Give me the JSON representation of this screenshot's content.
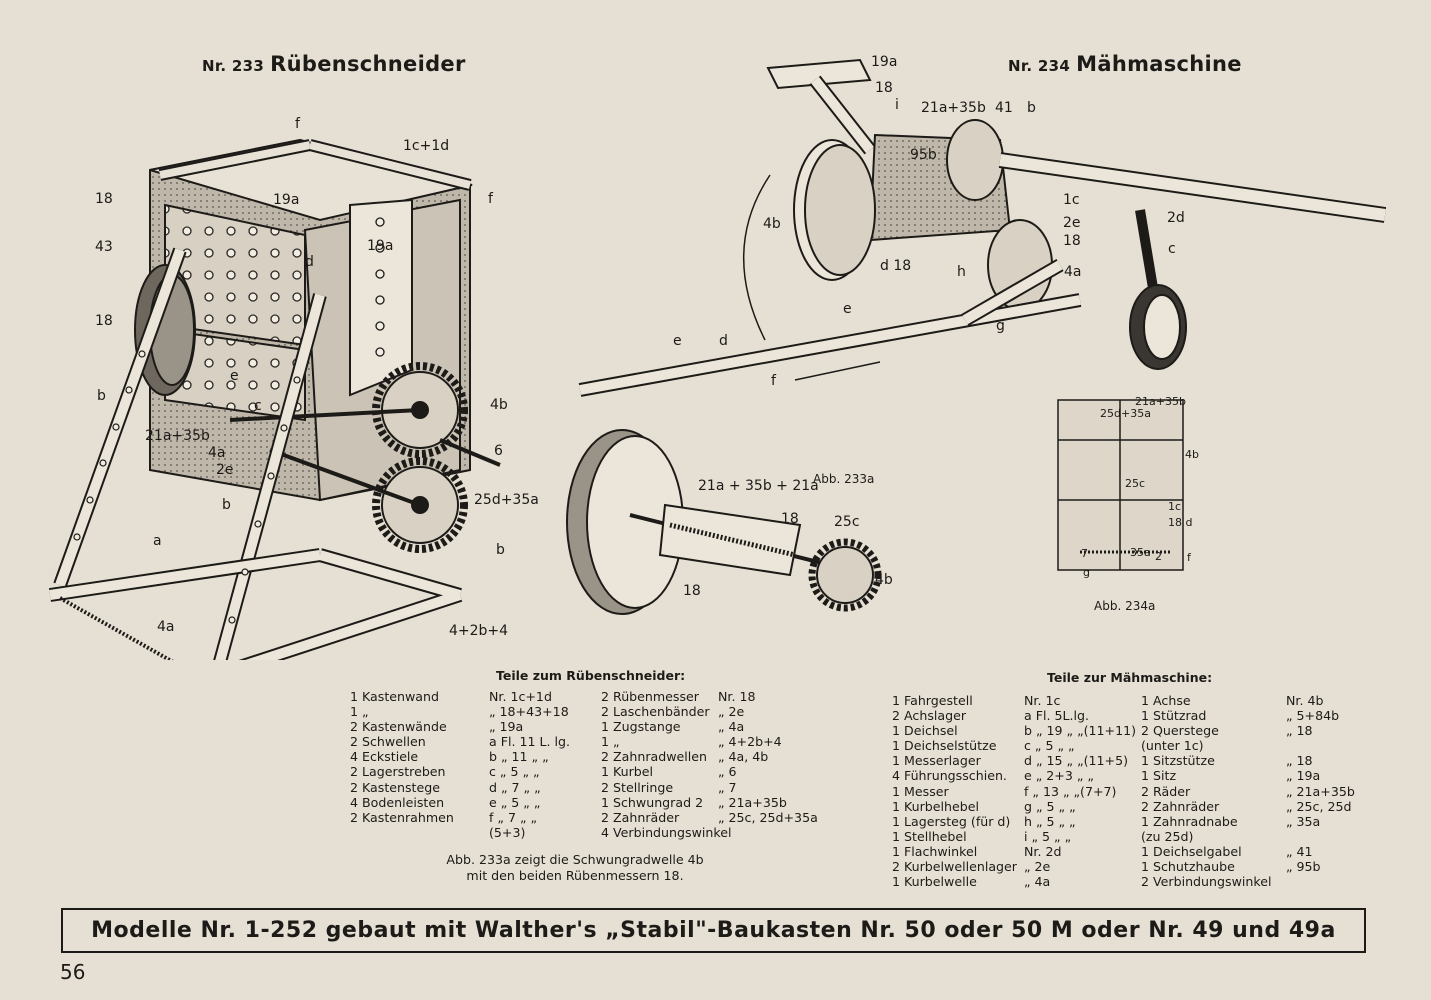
{
  "model_233": {
    "nr": "Nr. 233",
    "name": "Rübenschneider",
    "parts_title": "Teile zum Rübenschneider:",
    "parts_col1": [
      {
        "left": "1 Kastenwand",
        "right": "Nr. 1c+1d"
      },
      {
        "left": "1       „",
        "right": "„ 18+43+18"
      },
      {
        "left": "2 Kastenwände",
        "right": "„ 19a"
      },
      {
        "left": "2 Schwellen",
        "right": "a Fl. 11 L. lg."
      },
      {
        "left": "4 Eckstiele",
        "right": "b „ 11 „ „"
      },
      {
        "left": "2 Lagerstreben",
        "right": "c „ 5 „ „"
      },
      {
        "left": "2 Kastenstege",
        "right": "d „ 7 „ „"
      },
      {
        "left": "4 Bodenleisten",
        "right": "e „ 5 „ „"
      },
      {
        "left": "2 Kastenrahmen",
        "right": "f „ 7 „ „"
      },
      {
        "left": "",
        "right": "(5+3)"
      }
    ],
    "parts_col2": [
      {
        "left": "2 Rübenmesser",
        "right": "Nr. 18"
      },
      {
        "left": "2 Laschenbänder",
        "right": "„ 2e"
      },
      {
        "left": "1 Zugstange",
        "right": "„ 4a"
      },
      {
        "left": "1       „",
        "right": "„ 4+2b+4"
      },
      {
        "left": "2 Zahnradwellen",
        "right": "„ 4a, 4b"
      },
      {
        "left": "1 Kurbel",
        "right": "„ 6"
      },
      {
        "left": "2 Stellringe",
        "right": "„ 7"
      },
      {
        "left": "1 Schwungrad  2",
        "right": "„ 21a+35b"
      },
      {
        "left": "2 Zahnräder",
        "right": "„ 25c, 25d+35a"
      },
      {
        "left": "4 Verbindungswinkel",
        "right": ""
      }
    ],
    "note_line1": "Abb. 233a zeigt die Schwungradwelle 4b",
    "note_line2": "mit den beiden Rübenmessern 18.",
    "labels": {
      "f1": "f",
      "l1c1d": "1c+1d",
      "l18a": "18",
      "l19a1": "19a",
      "f2": "f",
      "l43": "43",
      "l19a2": "19a",
      "d": "d",
      "l18b": "18",
      "e": "e",
      "c": "c",
      "b1": "b",
      "l21a35b": "21a+35b",
      "l4a1": "4a",
      "l2e": "2e",
      "b2": "b",
      "l4b": "4b",
      "l6": "6",
      "l25d35a": "25d+35a",
      "b3": "b",
      "a": "a",
      "l4a2": "4a",
      "l4_2b_4": "4+2b+4"
    }
  },
  "fig_233a": {
    "caption": "Abb. 233a",
    "labels": {
      "l21a35b21a": "21a + 35b + 21a",
      "l18a": "18",
      "l18b": "18",
      "l25c": "25c",
      "l4b": "4b"
    }
  },
  "model_234": {
    "nr": "Nr. 234",
    "name": "Mähmaschine",
    "parts_title": "Teile zur Mähmaschine:",
    "parts_col1": [
      {
        "left": "1 Fahrgestell",
        "right": "Nr. 1c"
      },
      {
        "left": "2 Achslager",
        "right": "a Fl.  5L.lg."
      },
      {
        "left": "1 Deichsel",
        "right": "b „ 19 „ „(11+11)"
      },
      {
        "left": "1 Deichselstütze",
        "right": "c „  5 „ „"
      },
      {
        "left": "1 Messerlager",
        "right": "d „ 15 „ „(11+5)"
      },
      {
        "left": "4 Führungsschien.",
        "right": "e „ 2+3 „ „"
      },
      {
        "left": "1 Messer",
        "right": "f „ 13 „ „(7+7)"
      },
      {
        "left": "1 Kurbelhebel",
        "right": "g „  5 „ „"
      },
      {
        "left": "1 Lagersteg (für d)",
        "right": "h „  5 „ „"
      },
      {
        "left": "1 Stellhebel",
        "right": "i „  5 „ „"
      },
      {
        "left": "1 Flachwinkel",
        "right": "Nr. 2d"
      },
      {
        "left": "2 Kurbelwellenlager",
        "right": "„ 2e"
      },
      {
        "left": "1 Kurbelwelle",
        "right": "„ 4a"
      }
    ],
    "parts_col2": [
      {
        "left": "1 Achse",
        "right": "Nr.  4b"
      },
      {
        "left": "1 Stützrad",
        "right": "„  5+84b"
      },
      {
        "left": "2 Querstege",
        "right": "„  18"
      },
      {
        "left": "   (unter 1c)",
        "right": ""
      },
      {
        "left": "1 Sitzstütze",
        "right": "„  18"
      },
      {
        "left": "1 Sitz",
        "right": "„  19a"
      },
      {
        "left": "2 Räder",
        "right": "„  21a+35b"
      },
      {
        "left": "2 Zahnräder",
        "right": "„  25c, 25d"
      },
      {
        "left": "1 Zahnradnabe",
        "right": "„  35a"
      },
      {
        "left": "   (zu 25d)",
        "right": ""
      },
      {
        "left": "1 Deichselgabel",
        "right": "„  41"
      },
      {
        "left": "1 Schutzhaube",
        "right": "„  95b"
      },
      {
        "left": "2 Verbindungswinkel",
        "right": ""
      }
    ],
    "labels": {
      "l19a": "19a",
      "l18": "18",
      "i": "i",
      "l21a35b": "21a+35b",
      "l41": "41",
      "b": "b",
      "l95b": "95b",
      "l1c": "1c",
      "l2e": "2e",
      "l18b": "18",
      "l4b": "4b",
      "l2d": "2d",
      "c": "c",
      "d18": "d 18",
      "h": "h",
      "l4a": "4a",
      "g": "g",
      "e1": "e",
      "d": "d",
      "e2": "e",
      "f": "f"
    }
  },
  "fig_234a": {
    "caption": "Abb. 234a",
    "labels": {
      "l21a35b": "21a+35b",
      "l25d35a": "25d+35a",
      "l25c": "25c",
      "l4b": "4b",
      "l1c": "1c",
      "l18d": "18  d",
      "l35a": "35a",
      "l2": "2",
      "f": "f",
      "g": "g",
      "l7": "7"
    }
  },
  "banner": "Modelle Nr. 1-252 gebaut mit Walther's „Stabil\"-Baukasten Nr. 50 oder 50 M oder Nr. 49 und 49a",
  "page_number": "56"
}
